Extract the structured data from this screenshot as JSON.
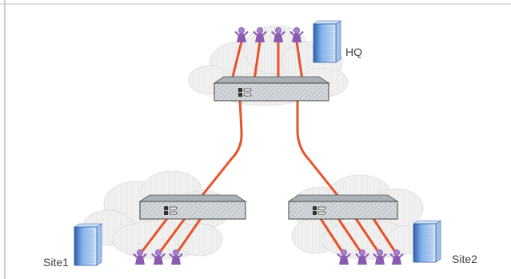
{
  "sites": {
    "hq": {
      "label": "HQ",
      "users": 4
    },
    "site1": {
      "label": "Site1",
      "users": 3
    },
    "site2": {
      "label": "Site2",
      "users": 4
    }
  },
  "colors": {
    "link": "#e8532a",
    "user": "#8a5bb0",
    "user_head": "#a77fcf",
    "server": "#5a8fd6",
    "server_dark": "#2f5fa8",
    "device": "#9aa0a6",
    "device_face": "#c8ccd1",
    "cloud": "#eeeeee",
    "frame": "#9a9a9a"
  },
  "icons": {
    "user": "user-icon",
    "server": "server-icon",
    "device": "security-appliance-icon",
    "cloud": "cloud-icon"
  }
}
